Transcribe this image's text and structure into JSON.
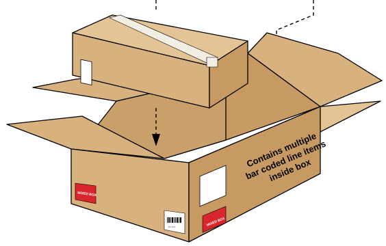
{
  "colors": {
    "cardboard": "#d8b27e",
    "cardboard_dark": "#c79a63",
    "cardboard_light": "#e4c494",
    "interior": "#caa06a",
    "tape": "#f3eee4",
    "label_red": "#d8262c",
    "label_white": "#ffffff",
    "background": "#ffffff"
  },
  "box_text": {
    "line1": "Contains multiple",
    "line2": "bar coded line items",
    "line3": "inside box"
  },
  "mixed_box_label": "MIXED BOX",
  "barcode_label": {
    "line1": "# 1 of 1"
  }
}
